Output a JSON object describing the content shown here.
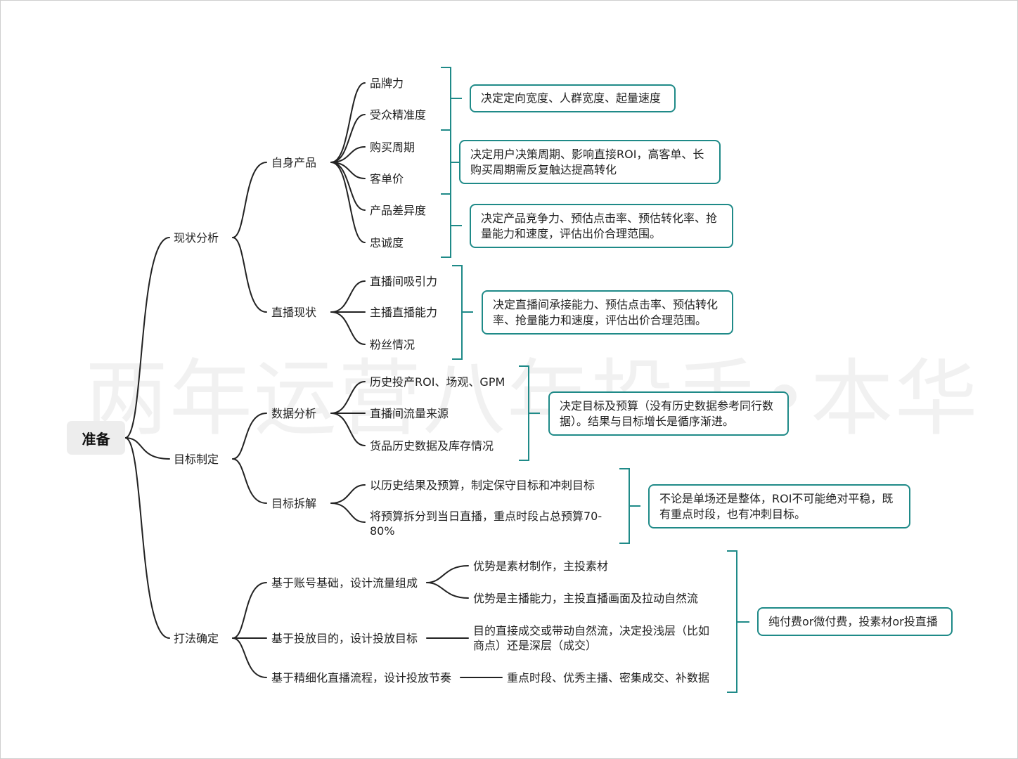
{
  "watermark": "两年运营八年投手•本华",
  "root": "准备",
  "level1": [
    "现状分析",
    "目标制定",
    "打法确定"
  ],
  "level2": {
    "product": "自身产品",
    "live": "直播现状",
    "data_analysis": "数据分析",
    "goal_breakdown": "目标拆解",
    "traffic": "基于账号基础，设计流量组成",
    "purpose": "基于投放目的，设计投放目标",
    "rhythm": "基于精细化直播流程，设计投放节奏"
  },
  "product_items": [
    "品牌力",
    "受众精准度",
    "购买周期",
    "客单价",
    "产品差异度",
    "忠诚度"
  ],
  "live_items": [
    "直播间吸引力",
    "主播直播能力",
    "粉丝情况"
  ],
  "data_items": [
    "历史投产ROI、场观、GPM",
    "直播间流量来源",
    "货品历史数据及库存情况"
  ],
  "breakdown_items": [
    "以历史结果及预算，制定保守目标和冲刺目标",
    "将预算拆分到当日直播，重点时段占总预算70-80%"
  ],
  "traffic_items": [
    "优势是素材制作，主投素材",
    "优势是主播能力，主投直播画面及拉动自然流"
  ],
  "purpose_item": "目的直接成交或带动自然流，决定投浅层（比如商点）还是深层（成交）",
  "rhythm_item": "重点时段、优秀主播、密集成交、补数据",
  "callouts": {
    "c1": "决定定向宽度、人群宽度、起量速度",
    "c2": "决定用户决策周期、影响直接ROI，高客单、长购买周期需反复触达提高转化",
    "c3": "决定产品竞争力、预估点击率、预估转化率、抢量能力和速度，评估出价合理范围。",
    "c4": "决定直播间承接能力、预估点击率、预估转化率、抢量能力和速度，评估出价合理范围。",
    "c5": "决定目标及预算（没有历史数据参考同行数据）。结果与目标增长是循序渐进。",
    "c6": "不论是单场还是整体，ROI不可能绝对平稳，既有重点时段，也有冲刺目标。",
    "c7": "纯付费or微付费，投素材or投直播"
  },
  "colors": {
    "accent": "#1f8a88",
    "line": "#222222",
    "root_bg": "#ededed"
  }
}
